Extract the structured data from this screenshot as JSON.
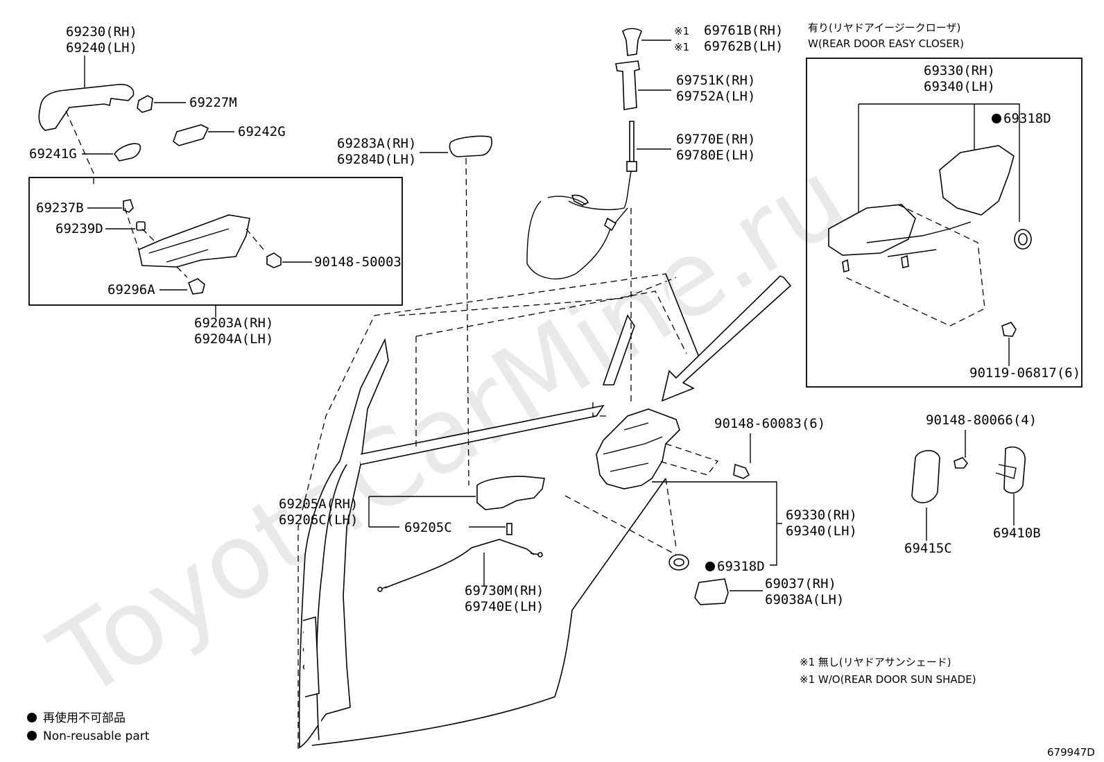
{
  "watermark": "ToyotaCarMine.ru",
  "figure_code": "679947D",
  "parts": {
    "outside_handle": {
      "rh": "69230(RH)",
      "lh": "69240(LH)"
    },
    "handle_cap": "69227M",
    "cover_pad": "69242G",
    "pad_left": "69241G",
    "p69237b": "69237B",
    "p69239d": "69239D",
    "screw_50003": "90148-50003",
    "p69296a": "69296A",
    "frame_assy": {
      "rh": "69203A(RH)",
      "lh": "69204A(LH)"
    },
    "pull_handle": {
      "rh": "69283A(RH)",
      "lh": "69284D(LH)"
    },
    "knob": {
      "mark": "※1",
      "rh": "69761B(RH)",
      "lh": "69762B(LH)"
    },
    "knob_guide": {
      "rh": "69751K(RH)",
      "lh": "69752A(LH)"
    },
    "lock_rod": {
      "rh": "69770E(RH)",
      "lh": "69780E(LH)"
    },
    "inside_handle": {
      "rh": "69205A(RH)",
      "lh": "69206C(LH)"
    },
    "p69205c": "69205C",
    "cable": {
      "rh": "69730M(RH)",
      "lh": "69740E(LH)"
    },
    "screw_60083": "90148-60083(6)",
    "lock_assy": {
      "rh": "69330(RH)",
      "lh": "69340(LH)"
    },
    "seal": "69318D",
    "cover_lock": {
      "rh": "69037(RH)",
      "lh": "69038A(LH)"
    },
    "screw_80066": "90148-80066(4)",
    "striker_cover": "69415C",
    "striker": "69410B"
  },
  "easy_closer_box": {
    "title_jp": "有り(リヤドアイージークローザ)",
    "title_en": "W(REAR DOOR EASY CLOSER)",
    "lock_rh": "69330(RH)",
    "lock_lh": "69340(LH)",
    "seal": "69318D",
    "bolt": "90119-06817(6)"
  },
  "notes": {
    "n1_jp": "※1 無し(リヤドアサンシェード)",
    "n1_en": "※1 W/O(REAR DOOR SUN SHADE)"
  },
  "legend": {
    "jp": "再使用不可部品",
    "en": "Non-reusable part"
  }
}
